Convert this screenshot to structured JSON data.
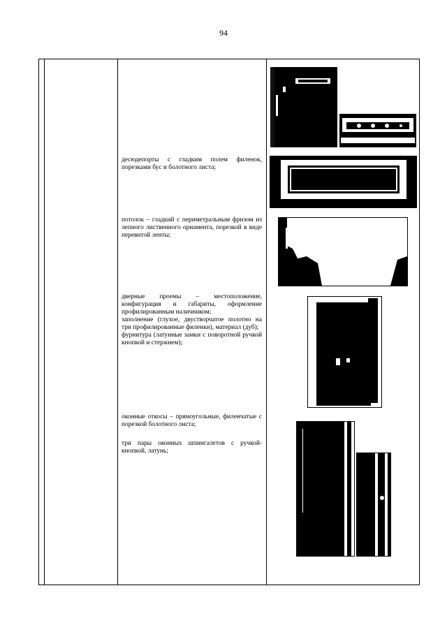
{
  "page_number": "94",
  "entries": [
    {
      "id": "dessudeportes",
      "paragraphs": [
        "десюдепорты с гладким полем филенок, порезками бус и болотного листа;"
      ]
    },
    {
      "id": "ceiling",
      "paragraphs": [
        "потолок – гладкий с периметральным фризом из лепного лиственного орнамента, порезкой в виде перевитой ленты;"
      ]
    },
    {
      "id": "doorways",
      "paragraphs": [
        "дверные проемы – местоположение, конфигурация и габариты, оформление профилированным наличником;",
        "заполнение (глухое, двустворчатое полотно на три профилированные филенки), материал (дуб);",
        "фурнитура (латунные замки с поворотной ручкой кнопкой и стержнем);"
      ]
    },
    {
      "id": "window-slopes",
      "paragraphs": [
        "оконные откосы – прямоугольные, филенчатые с порезкой болотного листа;"
      ]
    },
    {
      "id": "window-latches",
      "paragraphs": [
        "три пары оконных шпингалетов с ручкой-кнопкой, латунь;"
      ]
    }
  ]
}
